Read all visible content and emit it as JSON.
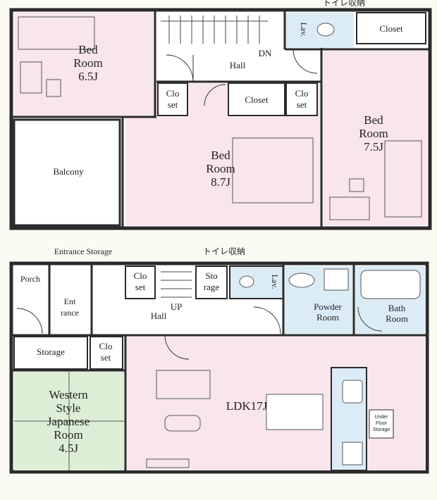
{
  "colors": {
    "wall": "#2b2b2b",
    "room_pink": "#f8e6ec",
    "room_white": "#ffffff",
    "room_blue": "#dcecf6",
    "room_green": "#dcefd6",
    "balcony_bg": "#ffffff",
    "background": "#fbfbf3"
  },
  "upper_floor": {
    "bed_room_a": {
      "name": "Bed\nRoom\n6.5J"
    },
    "bed_room_b": {
      "name": "Bed\nRoom\n8.7J"
    },
    "bed_room_c": {
      "name": "Bed\nRoom\n7.5J"
    },
    "balcony": "Balcony",
    "hall": "Hall",
    "stairs_dn": "DN",
    "lavatory": "Lav.",
    "toilet_storage": "トイレ収納",
    "closet_top": "Closet",
    "closet_mid": "Closet",
    "closet_a": "Clo\nset",
    "closet_b": "Clo\nset"
  },
  "lower_floor": {
    "entrance_storage": "Entrance Storage",
    "toilet_storage": "トイレ収納",
    "porch": "Porch",
    "entrance": "Ent\nrance",
    "closet_hall": "Clo\nset",
    "storage_stair": "Sto\nrage",
    "lavatory": "Lav.",
    "hall": "Hall",
    "stairs_up": "UP",
    "powder_room": "Powder\nRoom",
    "bath_room": "Bath\nRoom",
    "storage": "Storage",
    "closet_small": "Clo\nset",
    "japanese_room": "Western\nStyle\nJapanese\nRoom\n4.5J",
    "ldk": "LDK17J",
    "under_floor_storage": "Under\nFloor\nStorage"
  }
}
